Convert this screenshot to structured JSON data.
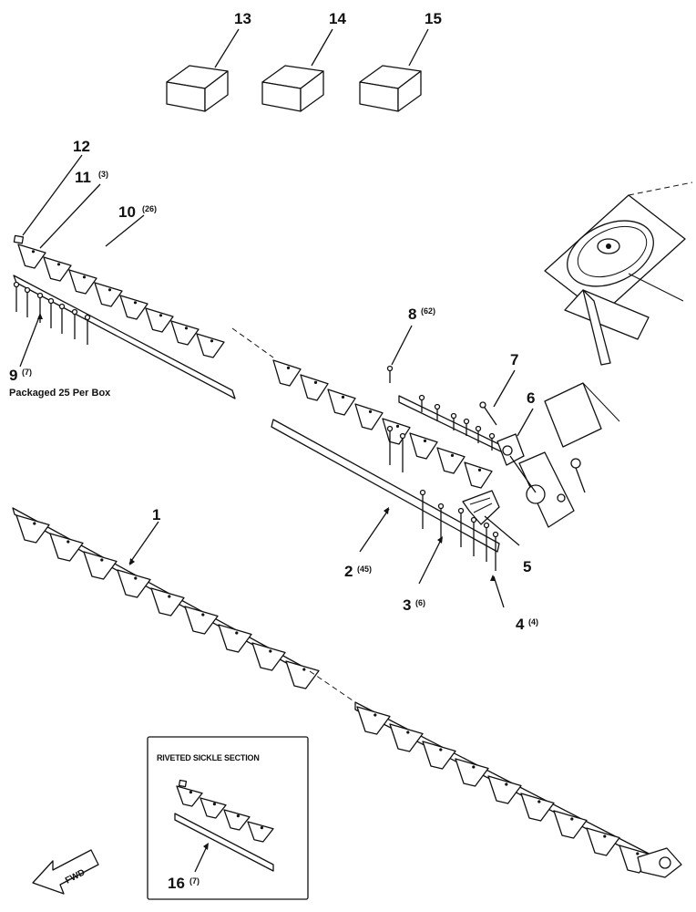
{
  "callouts": {
    "c1": {
      "num": "1",
      "qty": ""
    },
    "c2": {
      "num": "2",
      "qty": "(45)"
    },
    "c3": {
      "num": "3",
      "qty": "(6)"
    },
    "c4": {
      "num": "4",
      "qty": "(4)"
    },
    "c5": {
      "num": "5",
      "qty": ""
    },
    "c6": {
      "num": "6",
      "qty": ""
    },
    "c7": {
      "num": "7",
      "qty": ""
    },
    "c8": {
      "num": "8",
      "qty": "(62)"
    },
    "c9": {
      "num": "9",
      "qty": "(7)"
    },
    "c10": {
      "num": "10",
      "qty": "(26)"
    },
    "c11": {
      "num": "11",
      "qty": "(3)"
    },
    "c12": {
      "num": "12",
      "qty": ""
    },
    "c13": {
      "num": "13",
      "qty": ""
    },
    "c14": {
      "num": "14",
      "qty": ""
    },
    "c15": {
      "num": "15",
      "qty": ""
    },
    "c16": {
      "num": "16",
      "qty": "(7)"
    }
  },
  "notes": {
    "packaged": "Packaged 25 Per Box"
  },
  "inset": {
    "title": "RIVETED SICKLE SECTION"
  },
  "direction_arrow": {
    "label": "FWD"
  }
}
